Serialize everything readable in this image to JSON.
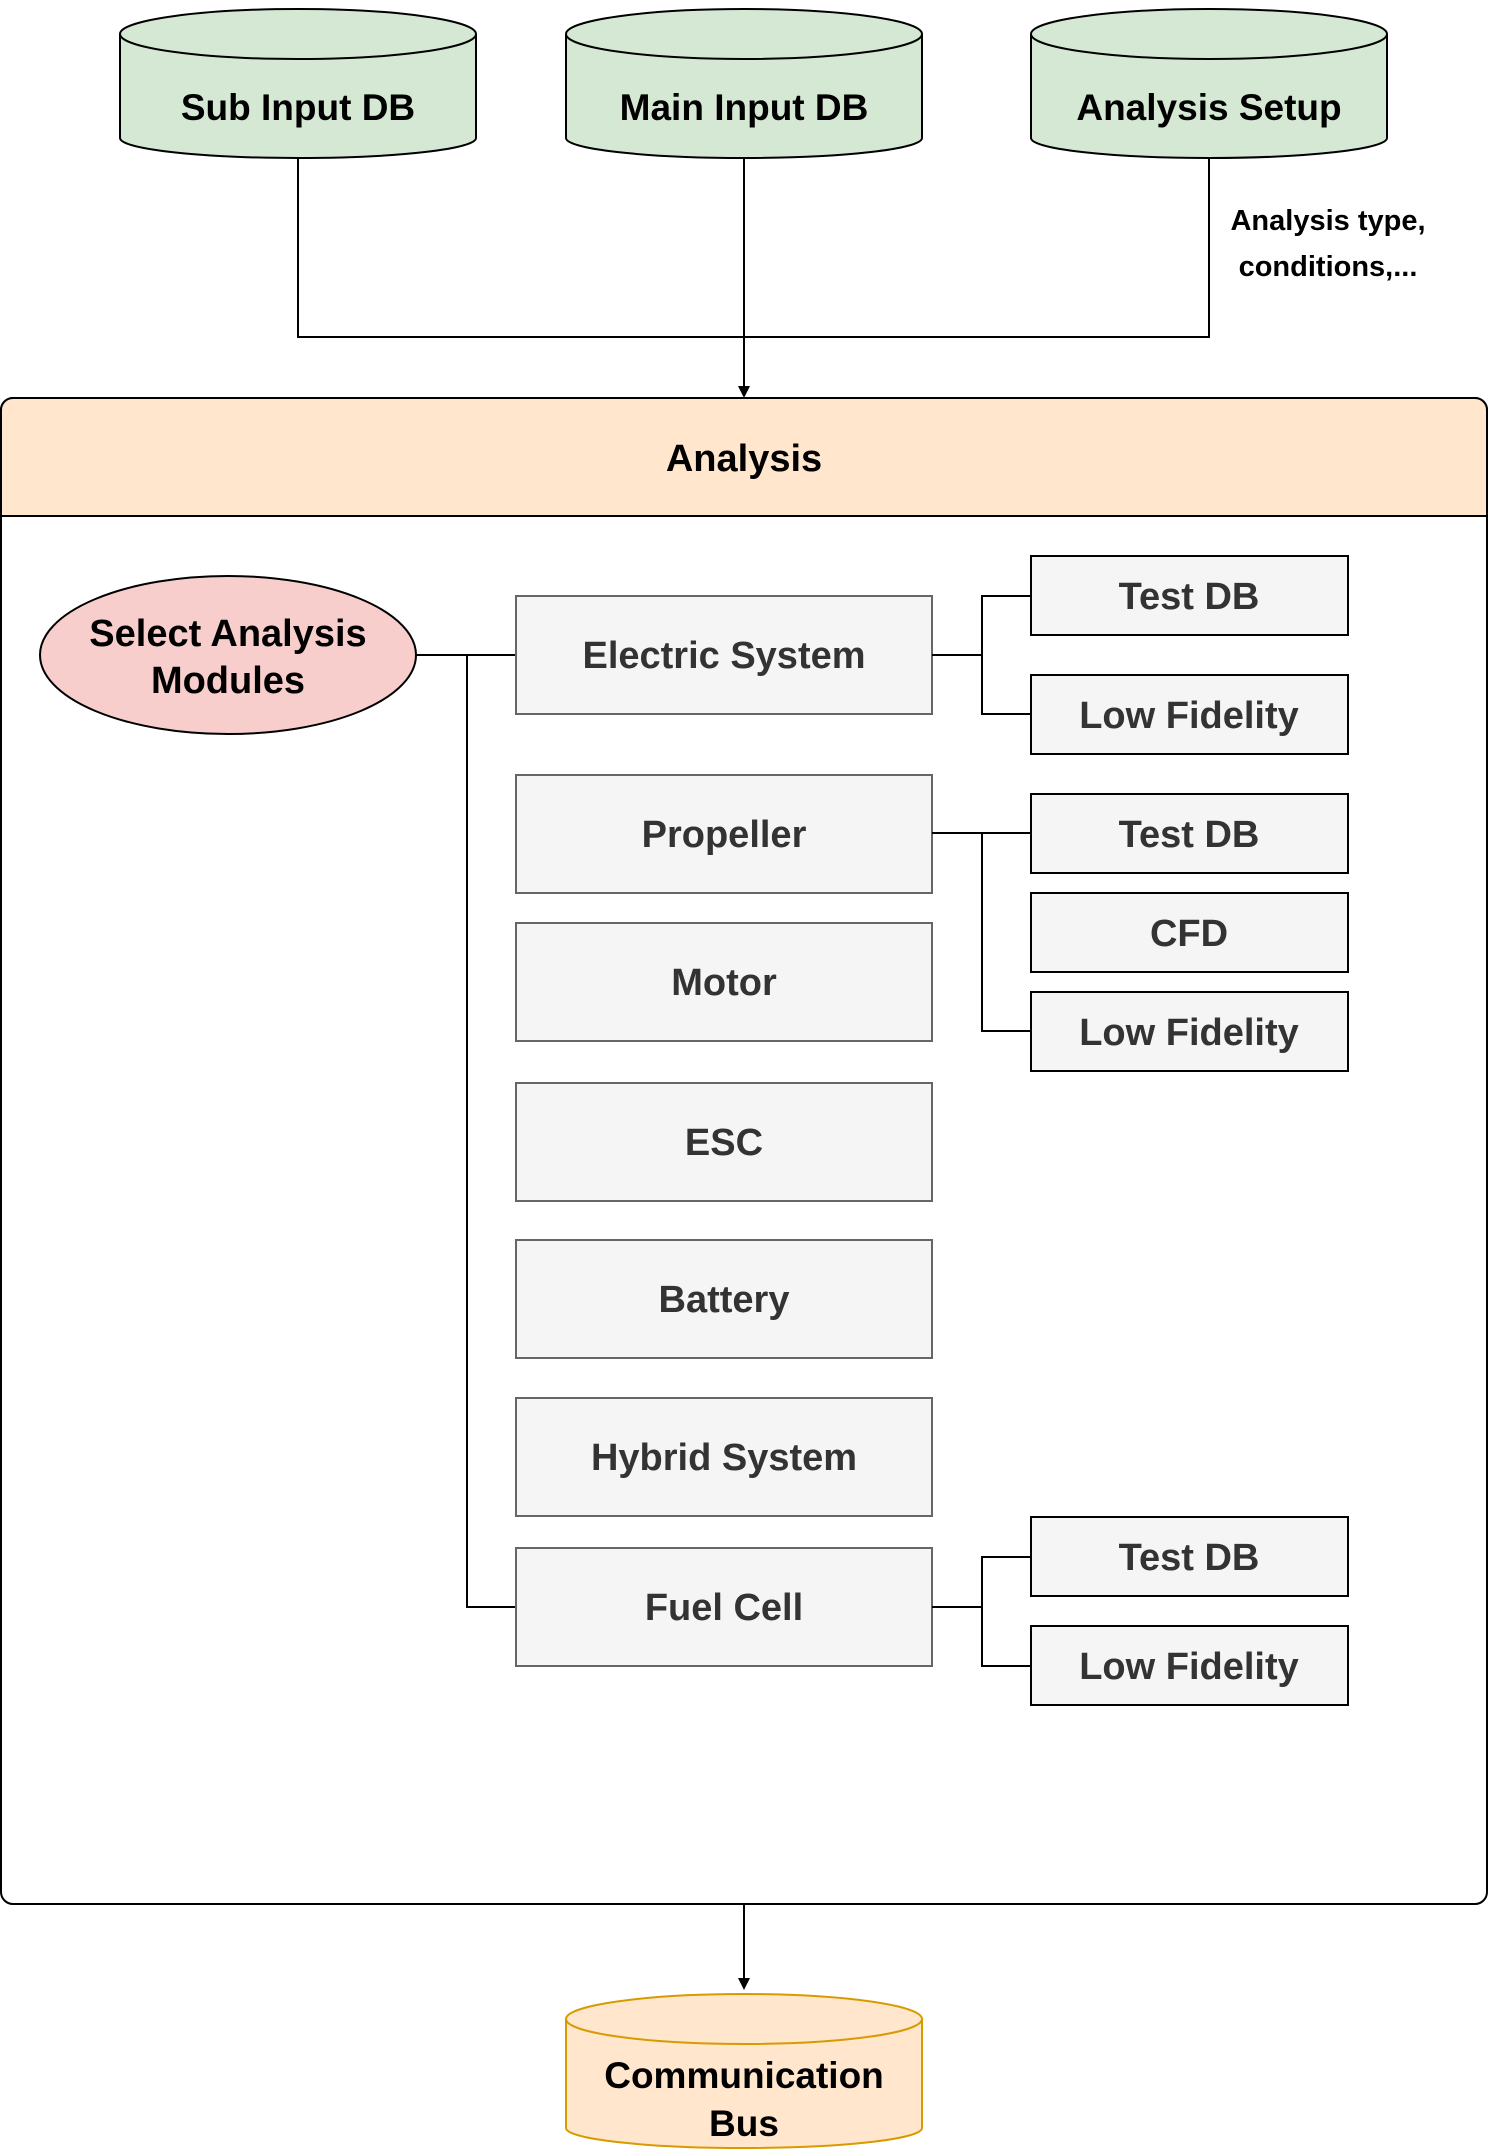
{
  "inputs": {
    "sub_input_db": "Sub Input DB",
    "main_input_db": "Main Input DB",
    "analysis_setup": "Analysis Setup",
    "analysis_setup_note_line1": "Analysis type,",
    "analysis_setup_note_line2": "conditions,..."
  },
  "analysis": {
    "title": "Analysis",
    "selector_line1": "Select Analysis",
    "selector_line2": "Modules",
    "modules": [
      {
        "label": "Electric System",
        "options": [
          "Test DB",
          "Low Fidelity"
        ]
      },
      {
        "label": "Propeller",
        "options": [
          "Test DB",
          "CFD",
          "Low Fidelity"
        ]
      },
      {
        "label": "Motor",
        "options": []
      },
      {
        "label": "ESC",
        "options": []
      },
      {
        "label": "Battery",
        "options": []
      },
      {
        "label": "Hybrid System",
        "options": []
      },
      {
        "label": "Fuel Cell",
        "options": [
          "Test DB",
          "Low Fidelity"
        ]
      }
    ]
  },
  "output": {
    "line1": "Communication",
    "line2": "Bus"
  },
  "colors": {
    "db_green_fill": "#d5e8d4",
    "header_orange_fill": "#ffe6cc",
    "bus_fill": "#ffe6cc",
    "bus_stroke": "#d79b00",
    "ellipse_fill": "#f8cecc",
    "module_fill": "#f5f5f5",
    "module_stroke": "#666666"
  }
}
